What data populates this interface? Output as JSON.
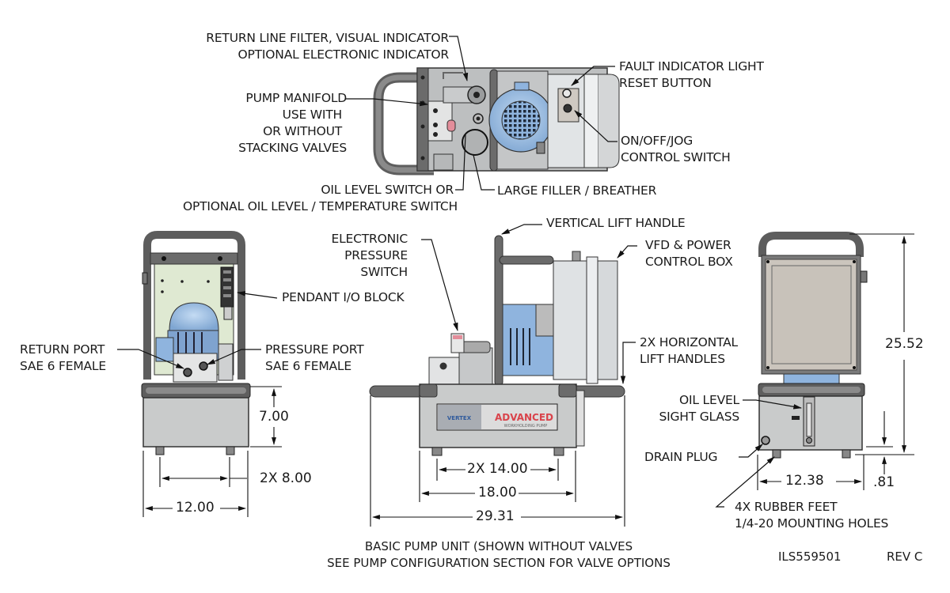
{
  "drawing": {
    "title_lines": [
      "BASIC PUMP UNIT (SHOWN WITHOUT VALVES",
      "SEE PUMP CONFIGURATION SECTION FOR VALVE OPTIONS"
    ],
    "drawing_number": "ILS559501",
    "revision": "REV C",
    "colors": {
      "frame": "#6b6b6b",
      "tank": "#c9cbcb",
      "motor": "#8fb4de",
      "panel_green": "#dfe9d2",
      "control_box": "#dfe2e4",
      "label_red": "#d9434b"
    }
  },
  "top_view": {
    "callouts": {
      "return_filter": [
        "RETURN LINE FILTER, VISUAL INDICATOR",
        "OPTIONAL ELECTRONIC INDICATOR"
      ],
      "pump_manifold": [
        "PUMP MANIFOLD",
        "USE WITH",
        "OR WITHOUT",
        "STACKING VALVES"
      ],
      "oil_level_switch": [
        "OIL LEVEL SWITCH OR",
        "OPTIONAL OIL LEVEL / TEMPERATURE SWITCH"
      ],
      "filler_breather": [
        "LARGE FILLER / BREATHER"
      ],
      "fault_light": [
        "FAULT INDICATOR LIGHT",
        "RESET BUTTON"
      ],
      "jog_switch": [
        "ON/OFF/JOG",
        "CONTROL SWITCH"
      ]
    }
  },
  "left_view": {
    "callouts": {
      "pendant_io": [
        "PENDANT I/O BLOCK"
      ],
      "return_port": [
        "RETURN PORT",
        "SAE 6 FEMALE"
      ],
      "pressure_port": [
        "PRESSURE PORT",
        "SAE 6 FEMALE"
      ]
    },
    "dimensions": {
      "height": "7.00",
      "feet_spacing": "2X 8.00",
      "width": "12.00"
    }
  },
  "front_view": {
    "callouts": {
      "pressure_switch": [
        "ELECTRONIC",
        "PRESSURE",
        "SWITCH"
      ],
      "vertical_handle": [
        "VERTICAL LIFT HANDLE"
      ],
      "vfd_box": [
        "VFD & POWER",
        "CONTROL BOX"
      ],
      "horizontal_handles": [
        "2X HORIZONTAL",
        "LIFT HANDLES"
      ]
    },
    "nameplate": {
      "brand_left": "VERTEX",
      "brand_right": "ADVANCED",
      "brand_sub": "WORKHOLDING PUMP"
    },
    "dimensions": {
      "feet_spacing": "2X 14.00",
      "tank_length": "18.00",
      "overall_length": "29.31"
    }
  },
  "right_view": {
    "callouts": {
      "sight_glass": [
        "OIL LEVEL",
        "SIGHT GLASS"
      ],
      "drain_plug": [
        "DRAIN PLUG"
      ],
      "rubber_feet": [
        "4X RUBBER FEET",
        "1/4-20 MOUNTING HOLES"
      ]
    },
    "dimensions": {
      "overall_height": "25.52",
      "width": "12.38",
      "foot_height": ".81"
    }
  }
}
